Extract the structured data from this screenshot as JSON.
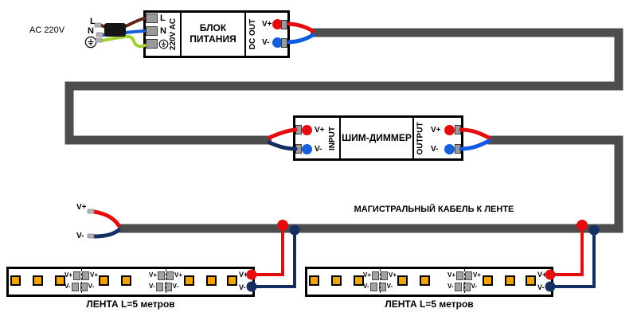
{
  "labels": {
    "vplus": "V+",
    "vminus": "V-",
    "line": "L",
    "neutral": "N"
  },
  "ac_input": {
    "label": "AC 220V"
  },
  "psu": {
    "title": "БЛОК\nПИТАНИЯ",
    "input_side_label": "220V AC",
    "output_side_label": "DC OUT"
  },
  "dimmer": {
    "title": "ШИМ-ДИММЕР",
    "input_label": "INPUT",
    "output_label": "OUTPUT"
  },
  "trunk": {
    "label": "МАГИСТРАЛЬНЫЙ КАБЕЛЬ К ЛЕНТЕ"
  },
  "strips": [
    {
      "label": "ЛЕНТА L=5 метров"
    },
    {
      "label": "ЛЕНТА L=5 метров"
    }
  ],
  "colors": {
    "wire_red": "#e30d10",
    "wire_blue_bright": "#0f5ae0",
    "wire_navy": "#143063",
    "wire_brown": "#5f2317",
    "wire_blue_neutral": "#1560d8",
    "wire_green_yellow": "#a2d22f",
    "cable_gray": "#4d4d4d",
    "led_amber": "#f2a405",
    "terminal_gray": "#9a9a9a"
  }
}
